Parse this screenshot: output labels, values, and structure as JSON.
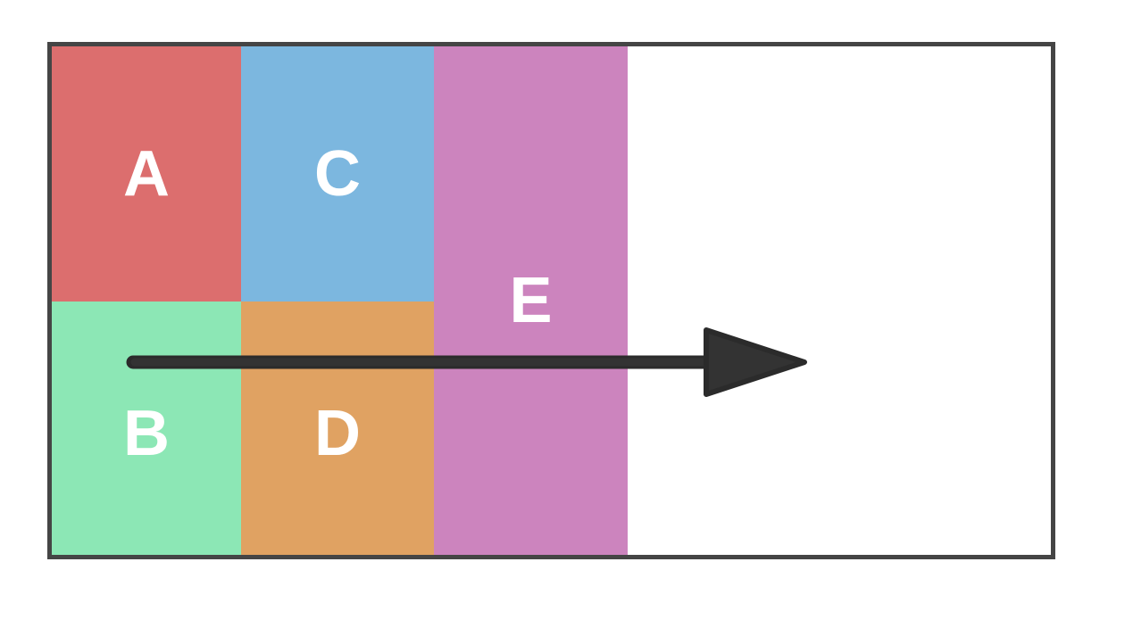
{
  "diagram": {
    "background_color": "#ffffff",
    "frame_border_color": "#454545"
  },
  "blocks": [
    {
      "label": "A",
      "color": "#dc6e6e",
      "text_color": "#ffffff"
    },
    {
      "label": "B",
      "color": "#8ce7b5",
      "text_color": "#ffffff"
    },
    {
      "label": "C",
      "color": "#7cb7df",
      "text_color": "#ffffff"
    },
    {
      "label": "D",
      "color": "#e0a262",
      "text_color": "#ffffff"
    },
    {
      "label": "E",
      "color": "#cc84be",
      "text_color": "#ffffff"
    }
  ],
  "arrow": {
    "color": "#333333",
    "outline_color": "#2b2b2b",
    "direction": "right"
  }
}
